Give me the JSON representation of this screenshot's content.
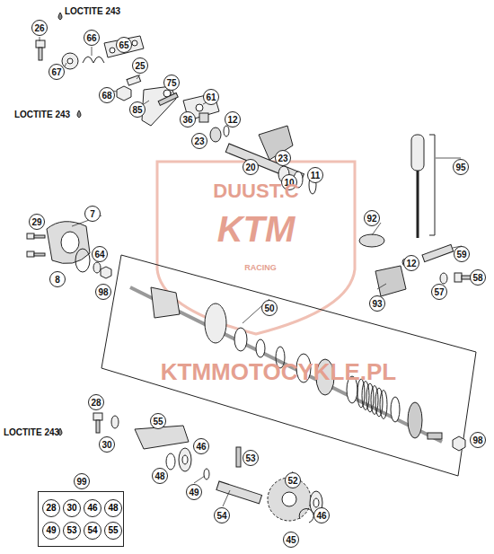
{
  "diagram": {
    "nodes": [
      {
        "text": [
          "99"
        ]
      },
      {
        "text": [
          "28"
        ],
        "in": 0
      },
      {
        "text": [
          "30"
        ],
        "in": 0
      },
      {
        "text": [
          "46"
        ],
        "in": 0
      },
      {
        "text": [
          "48"
        ],
        "in": 0
      },
      {
        "text": [
          "49"
        ],
        "in": 0
      },
      {
        "text": [
          "53"
        ],
        "in": 0
      },
      {
        "text": [
          "54"
        ],
        "in": 0
      },
      {
        "text": [
          "55"
        ],
        "in": 0
      }
    ],
    "labels": [
      "LOCTITE 243",
      "26",
      "66",
      "65",
      "67",
      "25",
      "68",
      "LOCTITE 243",
      "85",
      "75",
      "61",
      "36",
      "12",
      "23",
      "20",
      "23",
      "10",
      "11",
      "DUUST.C",
      "KTM",
      "RACING",
      "7",
      "29",
      "8",
      "64",
      "98",
      "95",
      "92",
      "12",
      "59",
      "58",
      "57",
      "93",
      "50",
      "KTMMOTOCYKLE.PL",
      "28",
      "LOCTITE 243",
      "30",
      "55",
      "46",
      "48",
      "53",
      "49",
      "52",
      "54",
      "46",
      "45",
      "98"
    ]
  }
}
